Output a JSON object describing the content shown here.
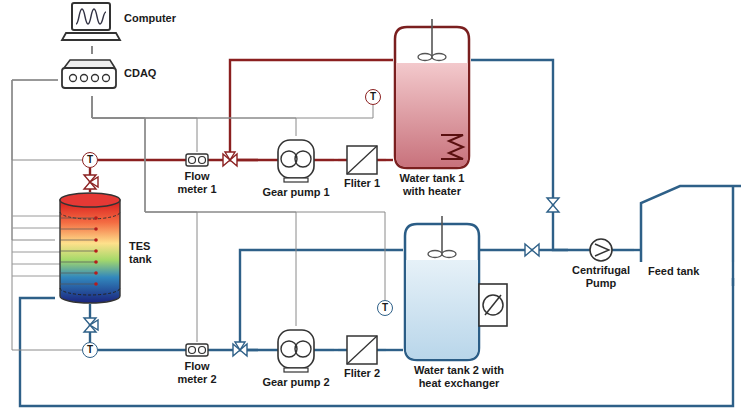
{
  "diagram": {
    "nodes": [
      {
        "text": [
          "Computer"
        ]
      },
      {
        "text": [
          "CDAQ"
        ]
      },
      {
        "text": [
          "Water tank 1 with heater"
        ]
      },
      {
        "text": [
          "T"
        ]
      },
      {
        "text": [
          "T"
        ]
      },
      {
        "text": [
          "Flow meter 1"
        ]
      },
      {
        "text": [
          "Gear pump 1"
        ]
      },
      {
        "text": [
          "Fliter 1"
        ]
      },
      {
        "text": [
          "TES tank"
        ]
      },
      {
        "text": [
          "Feed tank"
        ]
      },
      {
        "text": [
          "Centrifugal Pump"
        ]
      },
      {
        "text": [
          "Water tank 2 with heat exchanger"
        ]
      },
      {
        "text": [
          "T"
        ]
      },
      {
        "text": [
          "T"
        ]
      },
      {
        "text": [
          "Flow meter 2"
        ]
      },
      {
        "text": [
          "Gear pump 2"
        ]
      },
      {
        "text": [
          "Fliter 2"
        ]
      }
    ],
    "edges": [
      {
        "from": 0,
        "to": 1,
        "arrow": "none"
      },
      {
        "from": 4,
        "to": 5,
        "arrow": "none"
      },
      {
        "from": 5,
        "to": 6,
        "arrow": "none"
      },
      {
        "from": 6,
        "to": 7,
        "arrow": "none"
      },
      {
        "from": 7,
        "to": 2,
        "arrow": "none"
      },
      {
        "from": 2,
        "to": 6,
        "arrow": "none"
      },
      {
        "from": 13,
        "to": 14,
        "arrow": "none"
      },
      {
        "from": 14,
        "to": 15,
        "arrow": "none"
      },
      {
        "from": 15,
        "to": 16,
        "arrow": "none"
      },
      {
        "from": 16,
        "to": 11,
        "arrow": "none"
      },
      {
        "from": 11,
        "to": 15,
        "arrow": "none"
      },
      {
        "from": 9,
        "to": 10,
        "arrow": "none"
      },
      {
        "from": 10,
        "to": 2,
        "arrow": "none"
      },
      {
        "from": 10,
        "to": 11,
        "arrow": "none"
      },
      {
        "from": 9,
        "to": 8,
        "arrow": "none"
      },
      {
        "from": 1,
        "to": 3,
        "arrow": "none"
      },
      {
        "from": 1,
        "to": 5,
        "arrow": "none"
      },
      {
        "from": 1,
        "to": 6,
        "arrow": "none"
      },
      {
        "from": 1,
        "to": 8,
        "arrow": "none"
      },
      {
        "from": 1,
        "to": 4,
        "arrow": "none"
      },
      {
        "from": 1,
        "to": 13,
        "arrow": "none"
      },
      {
        "from": 1,
        "to": 14,
        "arrow": "none"
      },
      {
        "from": 1,
        "to": 15,
        "arrow": "none"
      },
      {
        "from": 1,
        "to": 12,
        "arrow": "none"
      },
      {
        "from": 4,
        "to": 8,
        "arrow": "none"
      },
      {
        "from": 8,
        "to": 13,
        "arrow": "none"
      }
    ]
  }
}
